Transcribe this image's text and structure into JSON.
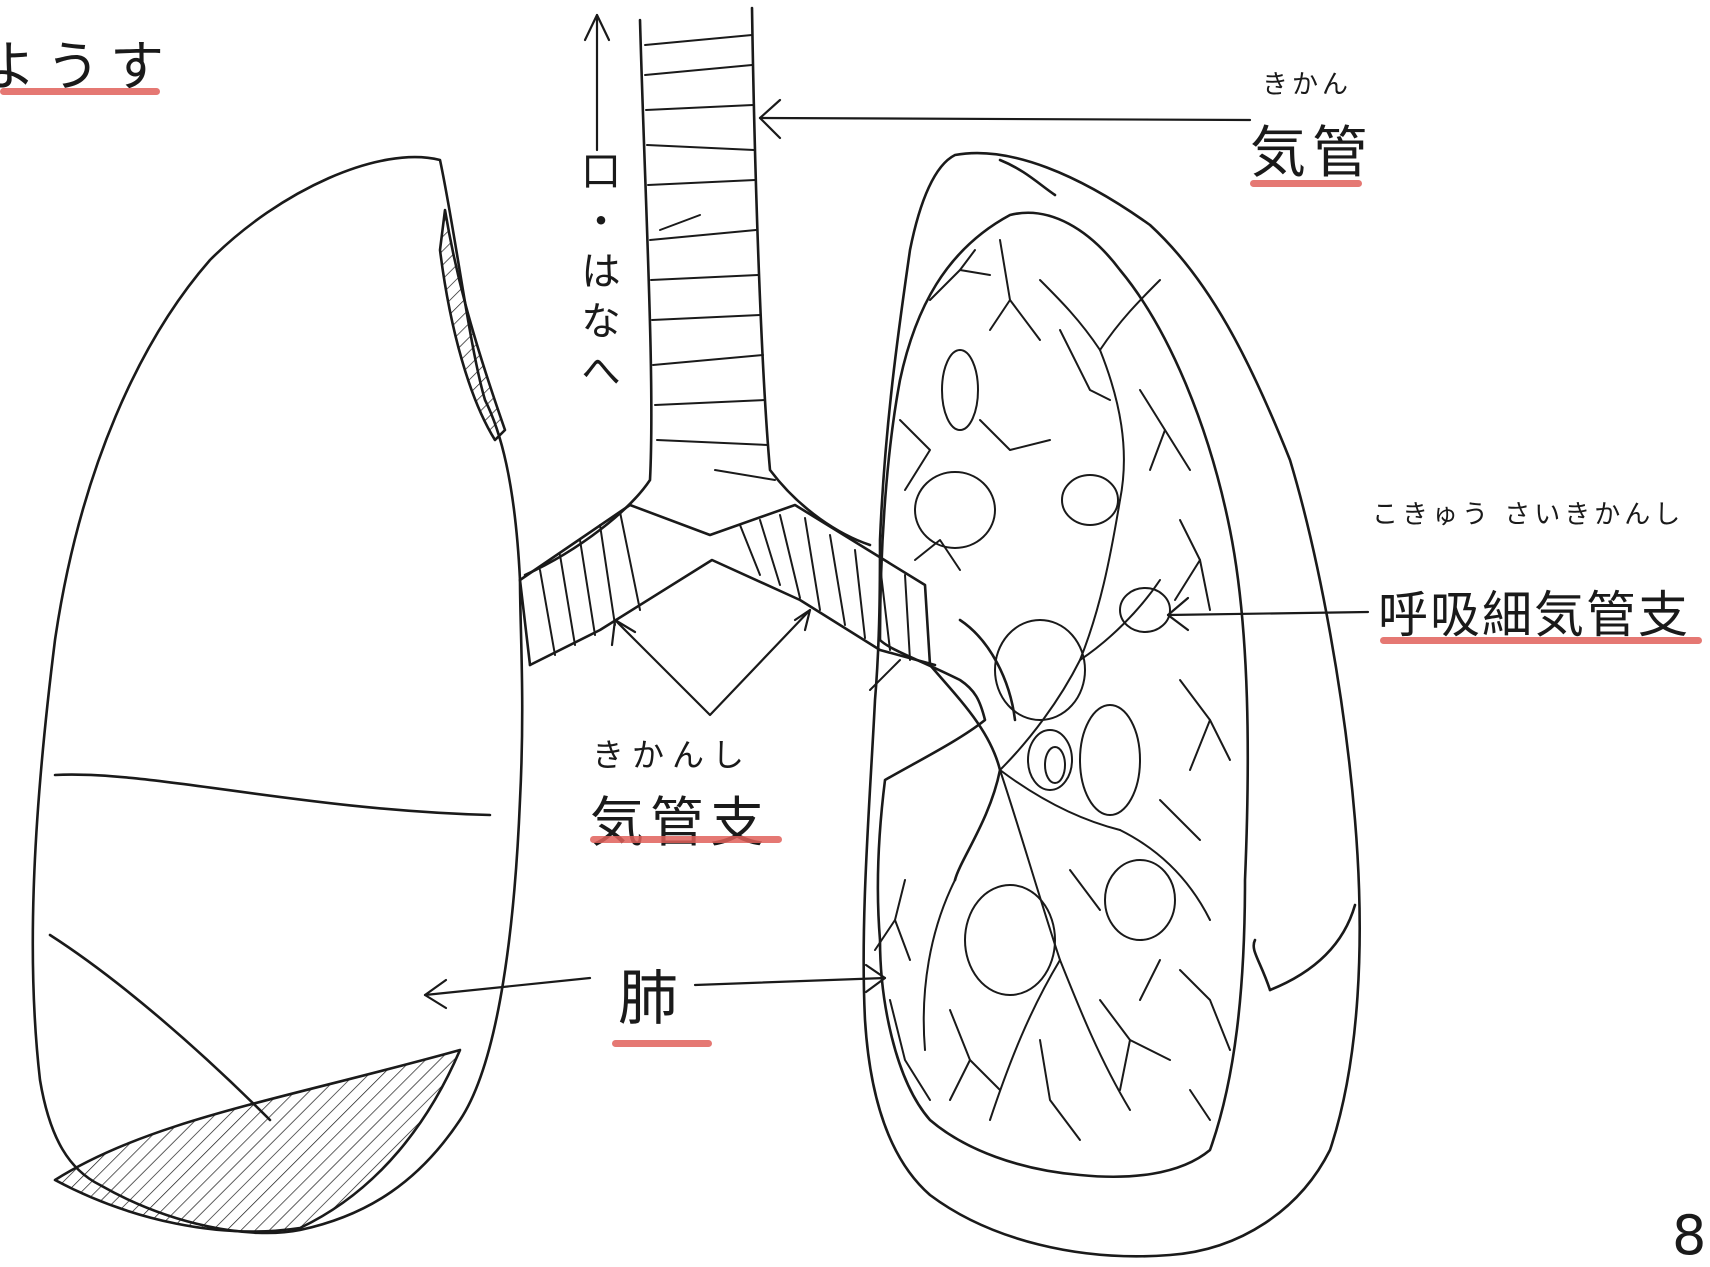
{
  "heading_fragment": "ようす",
  "direction_label": "口・はなへ",
  "labels": {
    "trachea": {
      "reading": "きかん",
      "text": "気管"
    },
    "bronchiole": {
      "reading": "こきゅう さいきかんし",
      "text": "呼吸細気管支"
    },
    "bronchus": {
      "reading": "きかんし",
      "text": "気管支"
    },
    "lung": {
      "text": "肺"
    }
  },
  "page_mark": "8",
  "colors": {
    "ink": "#1a1a1a",
    "underline": "#e0605a"
  }
}
